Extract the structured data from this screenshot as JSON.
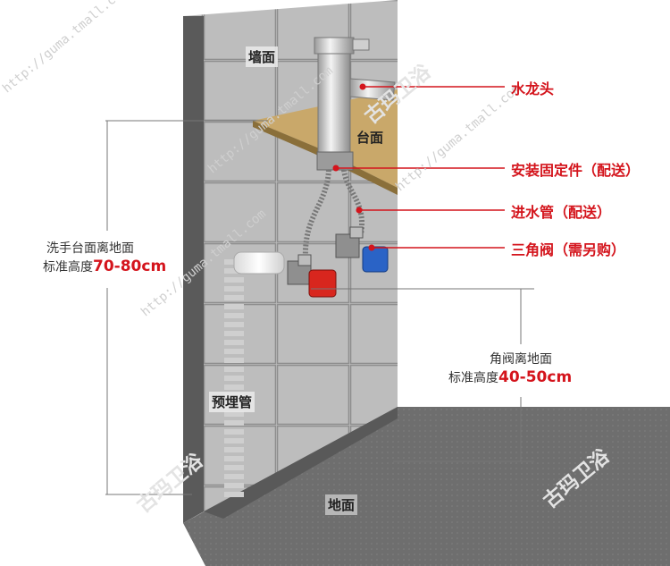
{
  "labels": {
    "wall": "墙面",
    "counter": "台面",
    "pipe": "预埋管",
    "floor": "地面"
  },
  "callouts": [
    {
      "text": "水龙头"
    },
    {
      "text": "安装固定件（配送）"
    },
    {
      "text": "进水管（配送）"
    },
    {
      "text": "三角阀（需另购）"
    }
  ],
  "measurements": {
    "basin": {
      "line1": "洗手台面离地面",
      "line2": "标准高度",
      "value": "70-80cm"
    },
    "valve": {
      "line1": "角阀离地面",
      "line2": "标准高度",
      "value": "40-50cm"
    }
  },
  "watermark": {
    "url": "http://guma.tmall.com",
    "brand": "古玛卫浴"
  },
  "colors": {
    "accent": "#d4141c",
    "wall": "#b9b9b9",
    "counter": "#c9a86a",
    "hot": "#d8261e",
    "cold": "#2a63c6"
  }
}
